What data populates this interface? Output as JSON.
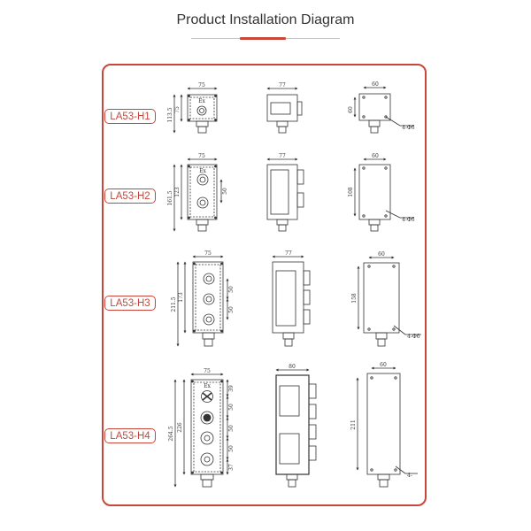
{
  "page": {
    "title": "Product Installation Diagram"
  },
  "models": [
    {
      "label": "LA53-H1",
      "front": {
        "width": "75",
        "height": "75",
        "total": "113.5",
        "ex": "Ex"
      },
      "side": {
        "width": "77"
      },
      "mount": {
        "width": "60",
        "height": "60",
        "holes": "4-Φ6"
      }
    },
    {
      "label": "LA53-H2",
      "front": {
        "width": "75",
        "height": "123",
        "total": "161.5",
        "spacing": "50",
        "ex": "Ex"
      },
      "side": {
        "width": "77"
      },
      "mount": {
        "width": "60",
        "height": "108",
        "holes": "4-Φ6"
      }
    },
    {
      "label": "LA53-H3",
      "front": {
        "width": "75",
        "height": "173",
        "total": "211.5",
        "spacing": [
          "50",
          "50"
        ]
      },
      "side": {
        "width": "77"
      },
      "mount": {
        "width": "60",
        "height": "158",
        "holes": "4-Φ6"
      }
    },
    {
      "label": "LA53-H4",
      "front": {
        "width": "75",
        "height": "226",
        "total": "264.5",
        "spacing": [
          "39",
          "50",
          "50",
          "50",
          "37"
        ],
        "ex": "Ex"
      },
      "side": {
        "width": "80"
      },
      "mount": {
        "width": "60",
        "height": "211",
        "holes": "4-"
      }
    }
  ],
  "colors": {
    "accent": "#c9463a",
    "line": "#333333"
  }
}
